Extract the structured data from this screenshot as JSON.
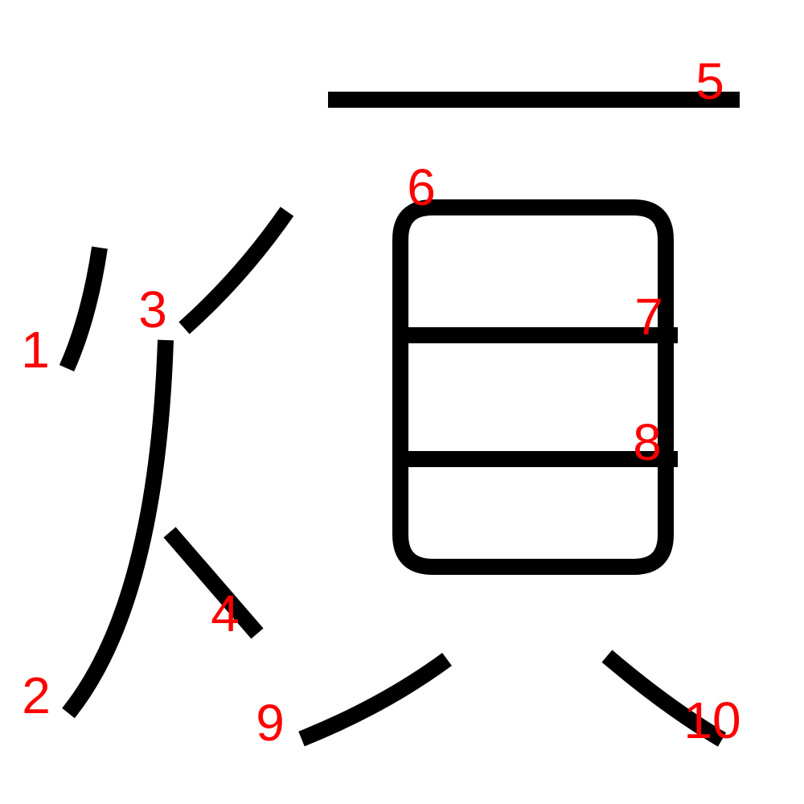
{
  "stroke_color": "#000000",
  "label_color": "#ff0000",
  "strokes": [
    {
      "number": "1"
    },
    {
      "number": "2"
    },
    {
      "number": "3"
    },
    {
      "number": "4"
    },
    {
      "number": "5"
    },
    {
      "number": "6"
    },
    {
      "number": "7"
    },
    {
      "number": "8"
    },
    {
      "number": "9"
    },
    {
      "number": "10"
    }
  ]
}
